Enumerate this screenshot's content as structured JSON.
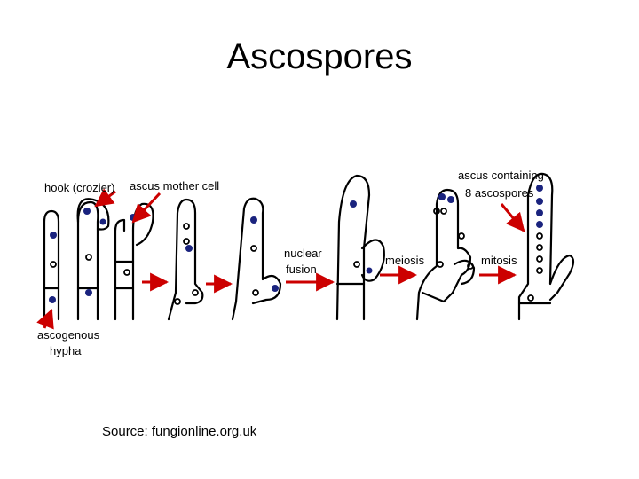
{
  "slide": {
    "title": "Ascospores",
    "source": "Source: fungionline.org.uk"
  },
  "diagram": {
    "labels": {
      "hook": "hook (crozier)",
      "ascus_mother_cell": "ascus mother cell",
      "ascogenous_1": "ascogenous",
      "ascogenous_2": "hypha",
      "nuclear_1": "nuclear",
      "nuclear_2": "fusion",
      "meiosis": "meiosis",
      "mitosis": "mitosis",
      "ascus_containing_1": "ascus containing",
      "ascus_containing_2": "8 ascospores"
    },
    "colors": {
      "outline": "#000000",
      "nucleus_filled": "#1a237e",
      "arrow": "#cc0000"
    }
  }
}
